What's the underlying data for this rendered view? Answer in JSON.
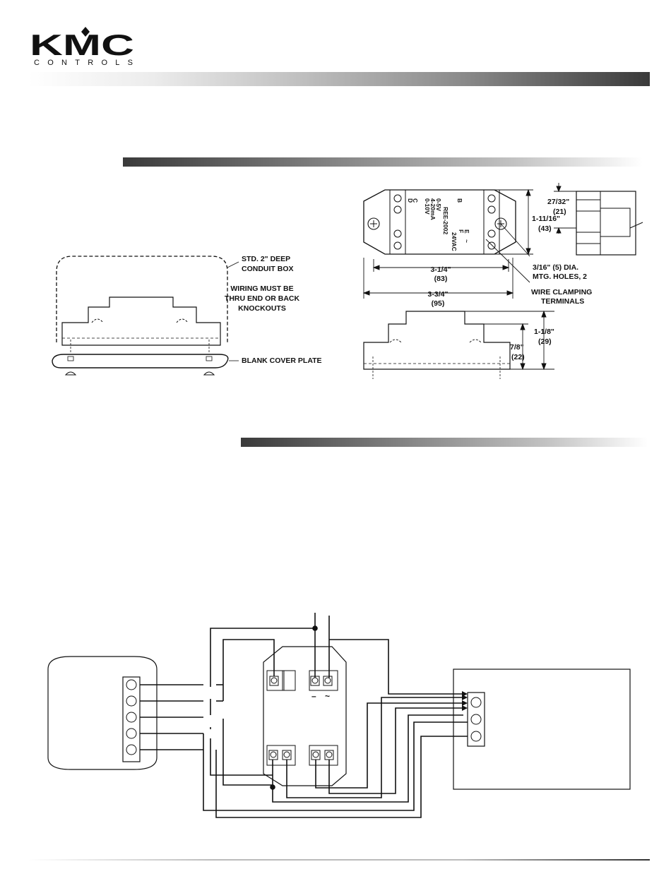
{
  "brand": {
    "logo_text": "KMC",
    "sub_text": "CONTROLS"
  },
  "mounting": {
    "conduit_box_line1": "STD. 2\" DEEP",
    "conduit_box_line2": "CONDUIT  BOX",
    "wiring_line1": "WIRING MUST BE",
    "wiring_line2": "THRU END OR BACK",
    "wiring_line3": "KNOCKOUTS",
    "cover_plate": "BLANK COVER PLATE"
  },
  "dimensions": {
    "width_inner": "3-1/4\"",
    "width_inner_mm": "(83)",
    "width_outer": "3-3/4\"",
    "width_outer_mm": "(95)",
    "height": "1-11/16\"",
    "height_mm": "(43)",
    "side_depth": "27/32\"",
    "side_depth_mm": "(21)",
    "profile_total": "1-1/8\"",
    "profile_total_mm": "(29)",
    "profile_base": "7/8\"",
    "profile_base_mm": "(22)",
    "holes_line1": "3/16\" (5) DIA.",
    "holes_line2": "MTG. HOLES, 2",
    "terminals_line1": "WIRE CLAMPING",
    "terminals_line2": "TERMINALS"
  },
  "board": {
    "terminal_b": "B",
    "range_1": "0-5V",
    "range_2": "4-20mA",
    "range_3": "0-10V",
    "terminal_c": "C",
    "terminal_d": "D",
    "model": "REE-2002",
    "terminal_e": "E",
    "terminal_f": "F",
    "power": "24VAC",
    "tilde": "~"
  },
  "wiring": {
    "minus_mark": "–",
    "tilde_mark": "~"
  }
}
